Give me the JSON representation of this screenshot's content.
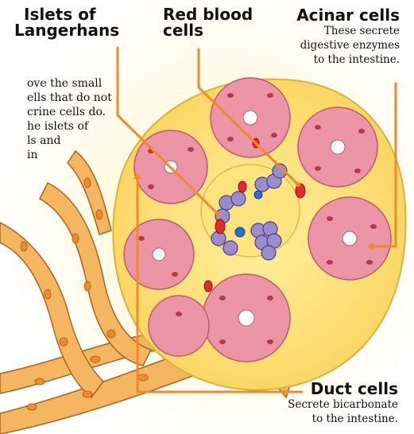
{
  "labels": {
    "islets_line1": "Islets of",
    "islets_line2": "Langerhans",
    "rbc_line1": "Red blood",
    "rbc_line2": "cells",
    "acinar_title": "Acinar cells",
    "acinar_desc_1": "These secrete",
    "acinar_desc_2": "digestive enzymes",
    "acinar_desc_3": "to the intestine.",
    "duct_title": "Duct cells",
    "duct_desc_1": "Secrete bicarbonate",
    "duct_desc_2": "to the intestine."
  },
  "cutoff_text": [
    "ove the small",
    "ells that do not",
    "crine cells do.",
    "he islets of",
    "ls and",
    "in"
  ],
  "colors": {
    "leader_line": "#f08a2c",
    "yellow_tissue": "#fde27a",
    "islet_cell": "#8f7fc2",
    "acinar_cell": "#e78a9c",
    "duct_cell": "#f3b35a",
    "rbc": "#e0202a"
  }
}
